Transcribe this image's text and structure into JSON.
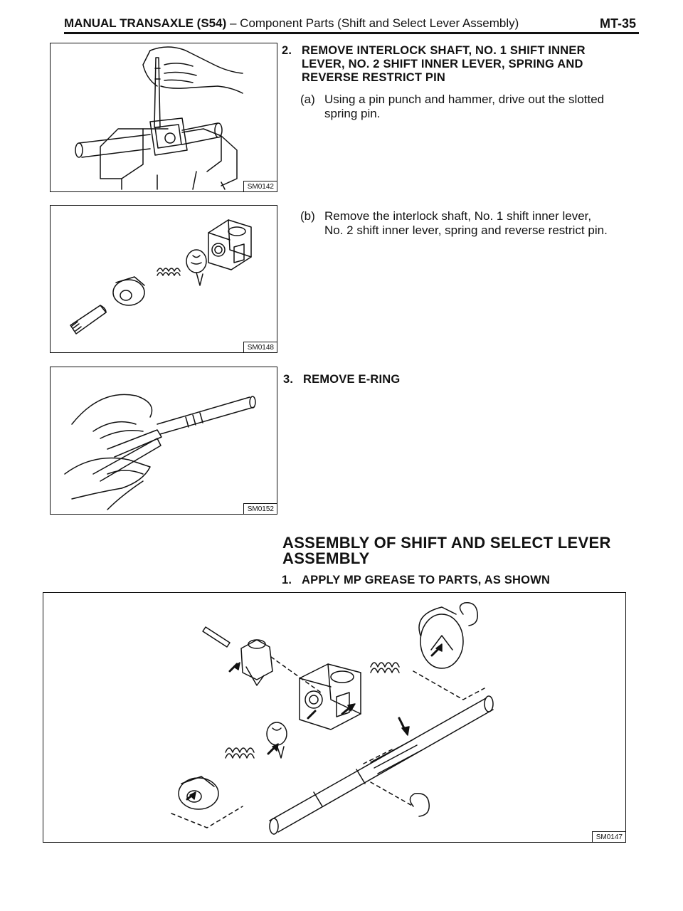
{
  "header": {
    "title_bold": "MANUAL TRANSAXLE (S54)",
    "title_rest": " – Component Parts (Shift and Select Lever Assembly)",
    "page": "MT-35"
  },
  "figures": {
    "fig1_code": "SM0142",
    "fig2_code": "SM0148",
    "fig3_code": "SM0152",
    "fig4_code": "SM0147"
  },
  "steps": {
    "s2_num": "2.",
    "s2_line1": "REMOVE INTERLOCK SHAFT, NO. 1 SHIFT INNER",
    "s2_line2": "LEVER, NO. 2 SHIFT INNER LEVER, SPRING AND",
    "s2_line3": "REVERSE RESTRICT PIN",
    "s2a_label": "(a)",
    "s2a_line1": "Using a pin punch and hammer, drive out the slotted",
    "s2a_line2": "spring pin.",
    "s2b_label": "(b)",
    "s2b_line1": "Remove the interlock shaft, No. 1 shift inner lever,",
    "s2b_line2": "No. 2 shift inner lever, spring and reverse restrict pin.",
    "s3_num": "3.",
    "s3_text": "REMOVE E-RING"
  },
  "assembly": {
    "heading_line1": "ASSEMBLY OF SHIFT AND SELECT LEVER",
    "heading_line2": "ASSEMBLY",
    "s1_num": "1.",
    "s1_text": "APPLY MP GREASE TO PARTS, AS SHOWN"
  }
}
